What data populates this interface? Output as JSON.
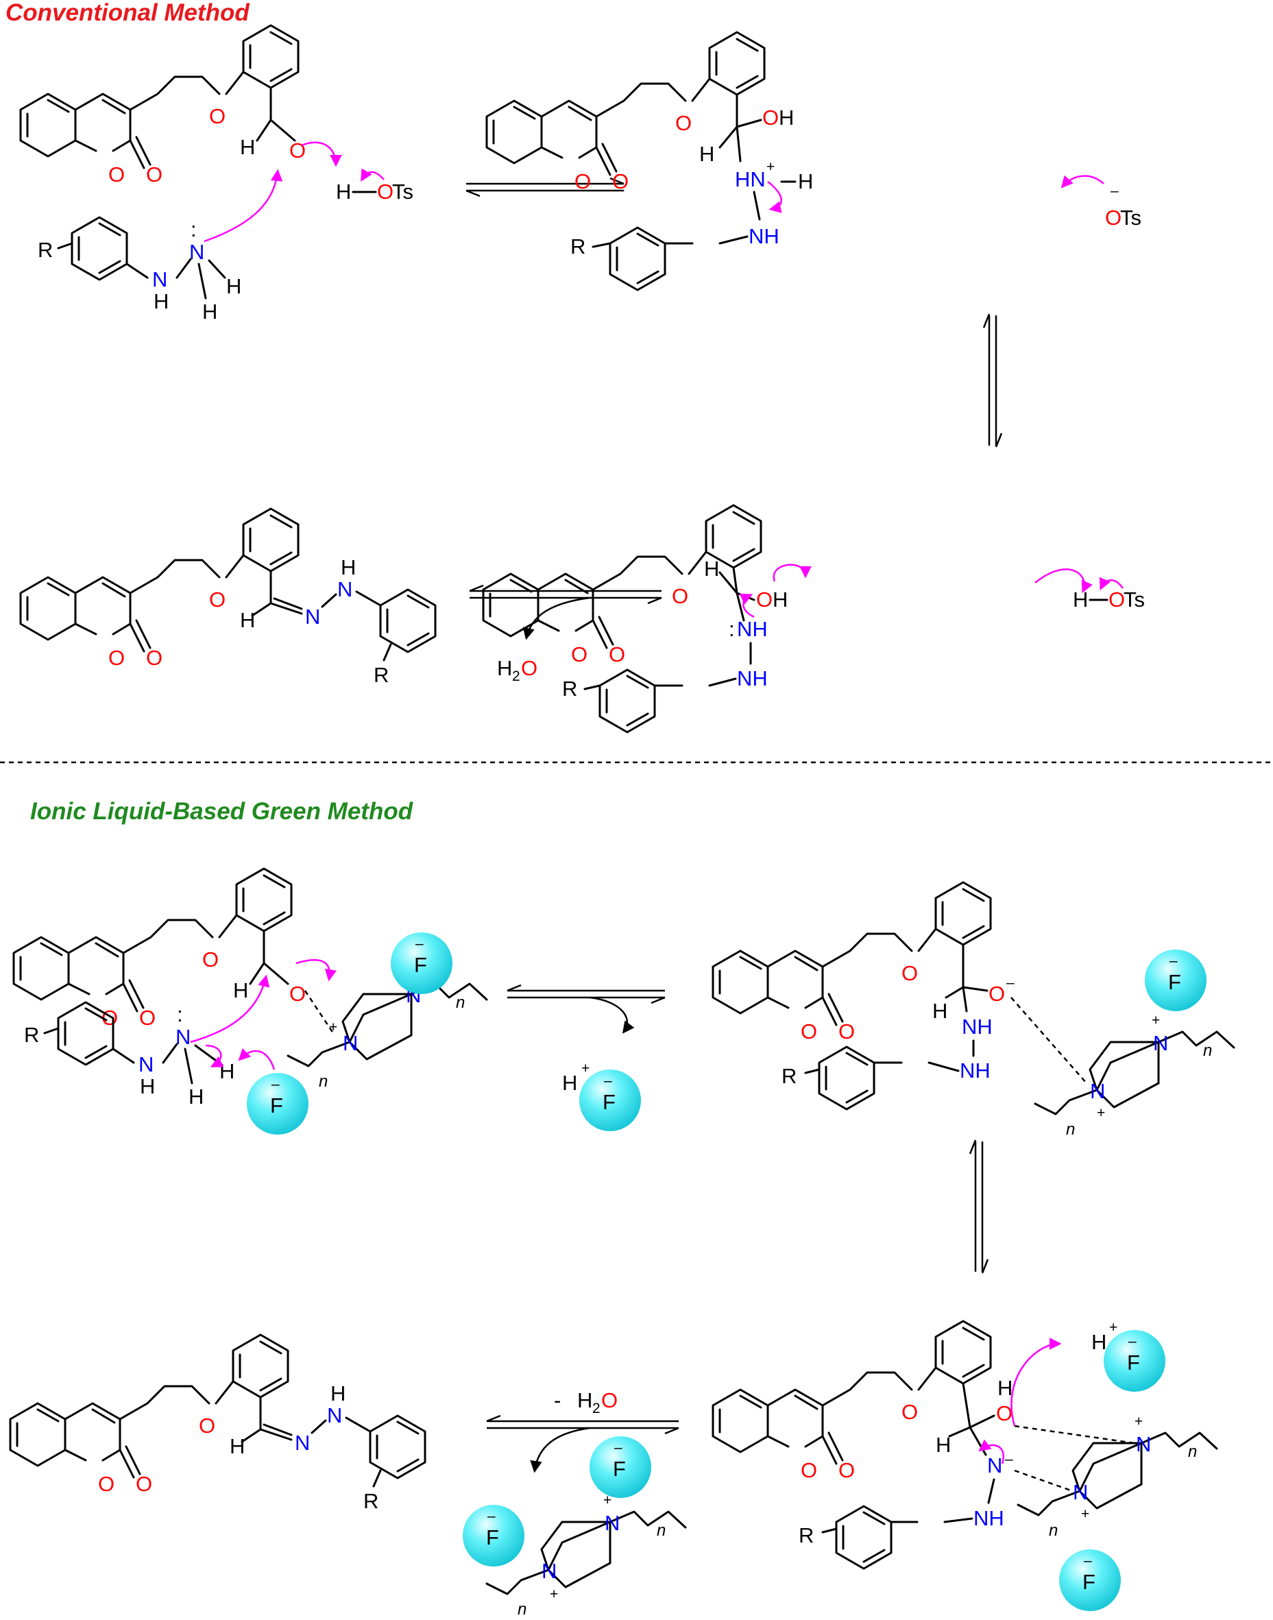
{
  "titles": {
    "conventional": "Conventional Method",
    "green": "Ionic Liquid-Based Green Method"
  },
  "colors": {
    "conventional_title": "#e8191d",
    "green_title": "#1f8a1f",
    "oxygen": "#ff0000",
    "nitrogen": "#0000ff",
    "curved_arrow": "#ff00ff",
    "fluoride_ball": "#3ee0ee"
  },
  "atoms": {
    "O": "O",
    "OH": "OH",
    "H": "H",
    "N": "N",
    "NH": "NH",
    "HN": "HN",
    "R": "R",
    "F": "F",
    "Ts": "Ts",
    "n": "n",
    "plus": "+",
    "minus": "–",
    "lone_pair": ":"
  },
  "labels": {
    "water_H": "H",
    "water_2": "2",
    "water_O": "O",
    "minus_h2o": "-",
    "h_plus": "H"
  },
  "icons": [
    "curved-arrow-icon",
    "equilibrium-arrow-icon",
    "fluoride-ion-ball-icon"
  ]
}
